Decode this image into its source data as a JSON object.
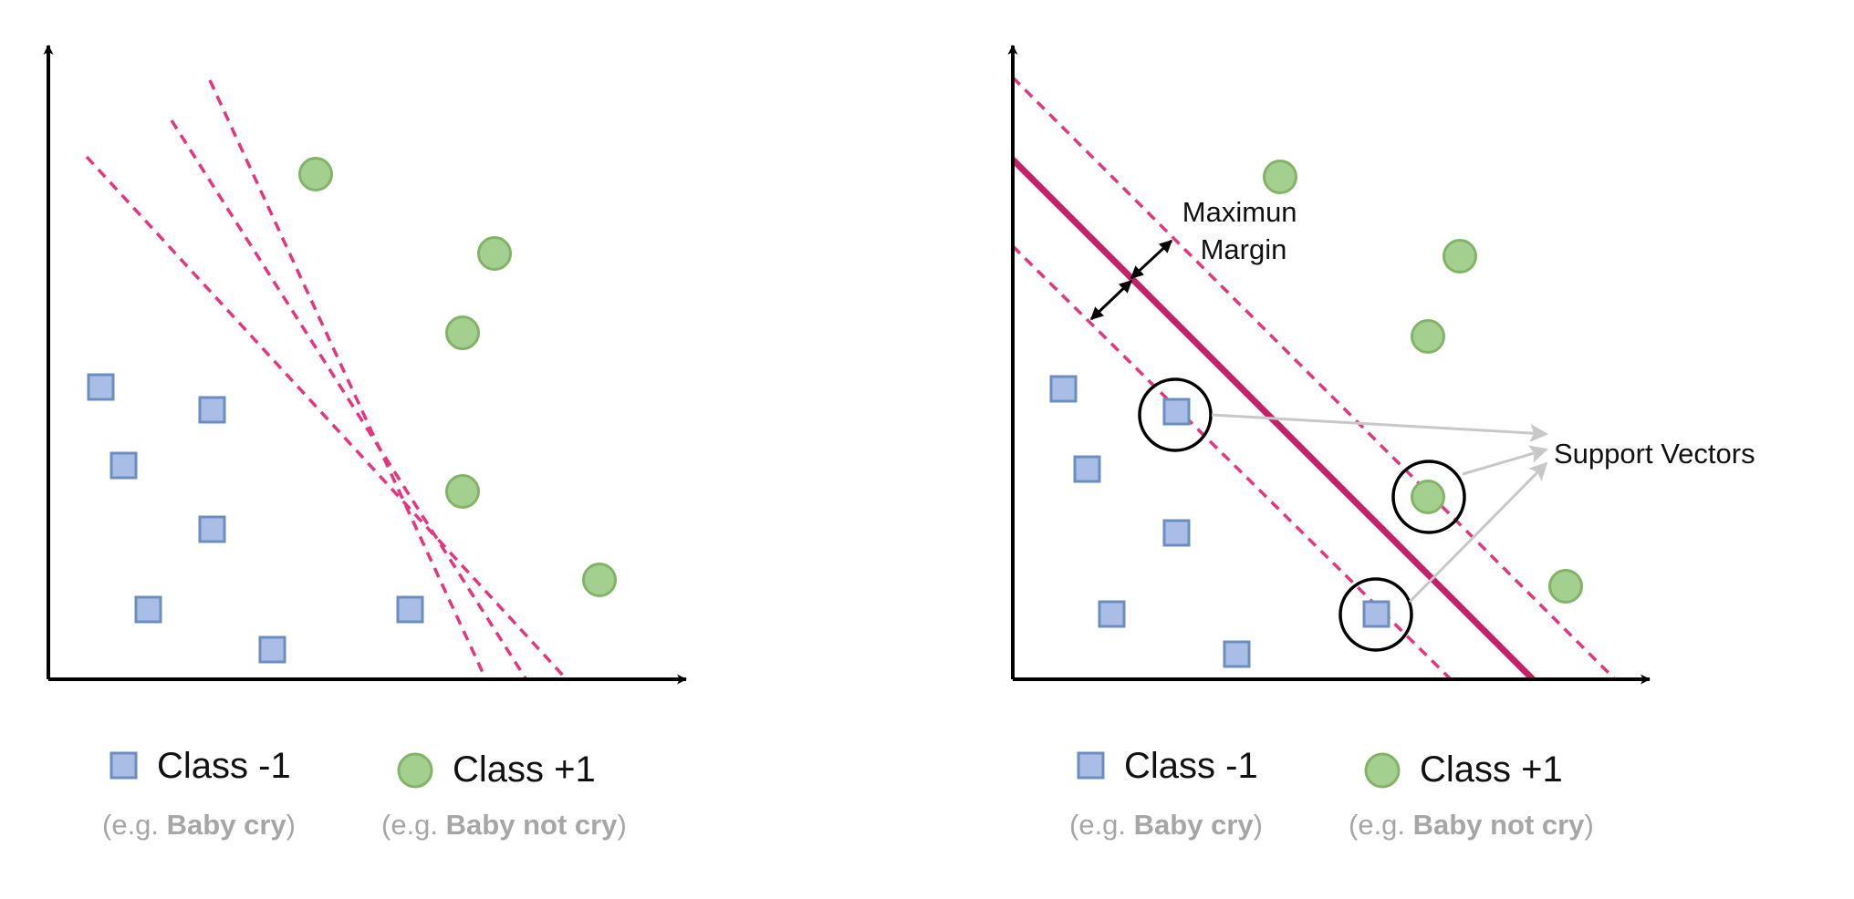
{
  "panels": [
    {
      "id": "left",
      "legend": {
        "class_neg": "Class -1",
        "class_pos": "Class +1",
        "neg_example_prefix": "(e.g. ",
        "neg_example_bold": "Baby cry",
        "neg_example_suffix": ")",
        "pos_example_prefix": "(e.g. ",
        "pos_example_bold": "Baby not cry",
        "pos_example_suffix": ")"
      }
    },
    {
      "id": "right",
      "legend": {
        "class_neg": "Class -1",
        "class_pos": "Class +1",
        "neg_example_prefix": "(e.g. ",
        "neg_example_bold": "Baby cry",
        "neg_example_suffix": ")",
        "pos_example_prefix": "(e.g. ",
        "pos_example_bold": "Baby not cry",
        "pos_example_suffix": ")"
      },
      "annotations": {
        "margin_line1": "Maximun",
        "margin_line2": "Margin",
        "support_vectors": "Support Vectors"
      }
    }
  ],
  "colors": {
    "square_fill": "#a9bde6",
    "square_stroke": "#6c8ebf",
    "circle_fill": "#a3cf8f",
    "circle_stroke": "#82b366",
    "dashed_line": "#e6357f",
    "hyperplane": "#c22368",
    "support_vector_arrow": "#c8c8c8"
  }
}
